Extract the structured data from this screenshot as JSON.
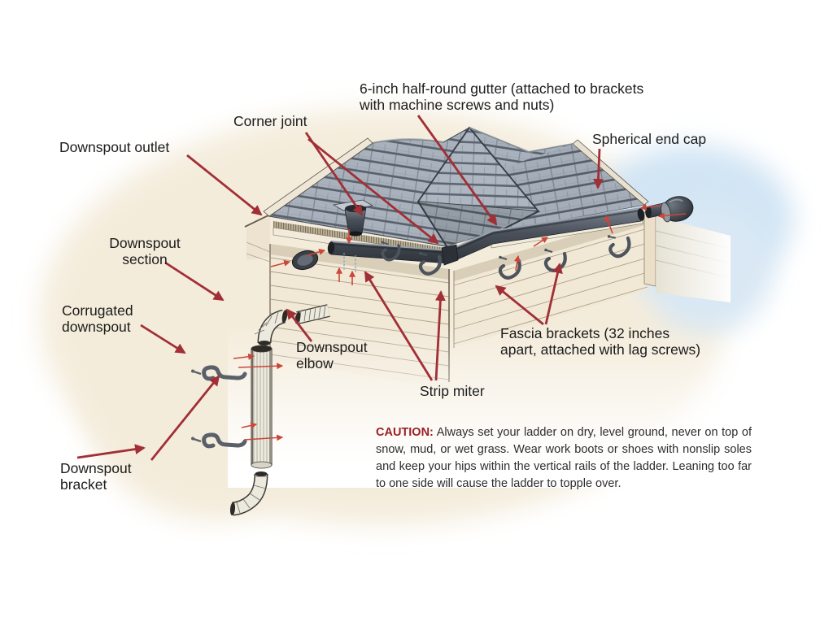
{
  "diagram": {
    "labels": {
      "downspout_outlet": {
        "text": "Downspout outlet"
      },
      "corner_joint": {
        "text": "Corner joint"
      },
      "half_round_gutter": {
        "lines": [
          "6-inch half-round gutter (attached to brackets",
          "with machine screws and nuts)"
        ]
      },
      "spherical_end_cap": {
        "text": "Spherical end cap"
      },
      "downspout_section": {
        "lines": [
          "Downspout",
          "section"
        ]
      },
      "corrugated_downspout": {
        "lines": [
          "Corrugated",
          "downspout"
        ]
      },
      "downspout_elbow": {
        "lines": [
          "Downspout",
          "elbow"
        ]
      },
      "strip_miter": {
        "text": "Strip miter"
      },
      "fascia_brackets": {
        "lines": [
          "Fascia brackets (32 inches",
          "apart, attached with lag screws)"
        ]
      },
      "downspout_bracket": {
        "lines": [
          "Downspout",
          "bracket"
        ]
      }
    },
    "caution": {
      "prefix": "CAUTION:",
      "body": "Always set your ladder on dry, level ground, never on top of snow, mud, or wet grass. Wear work boots or shoes with nonslip soles and keep your hips within the vertical rails of the ladder. Leaning too far to one side will cause the ladder to topple over."
    },
    "colors": {
      "leader_arrow": "#a12f36",
      "assembly_arrow": "#cc4638",
      "caution_heading": "#9c1f26",
      "label_text": "#1c1c1c",
      "shingle": "#a9b2bc",
      "wall": "#f1e8d6",
      "gutter": "#40464e",
      "sky_glow": "#d2e5f4"
    }
  }
}
